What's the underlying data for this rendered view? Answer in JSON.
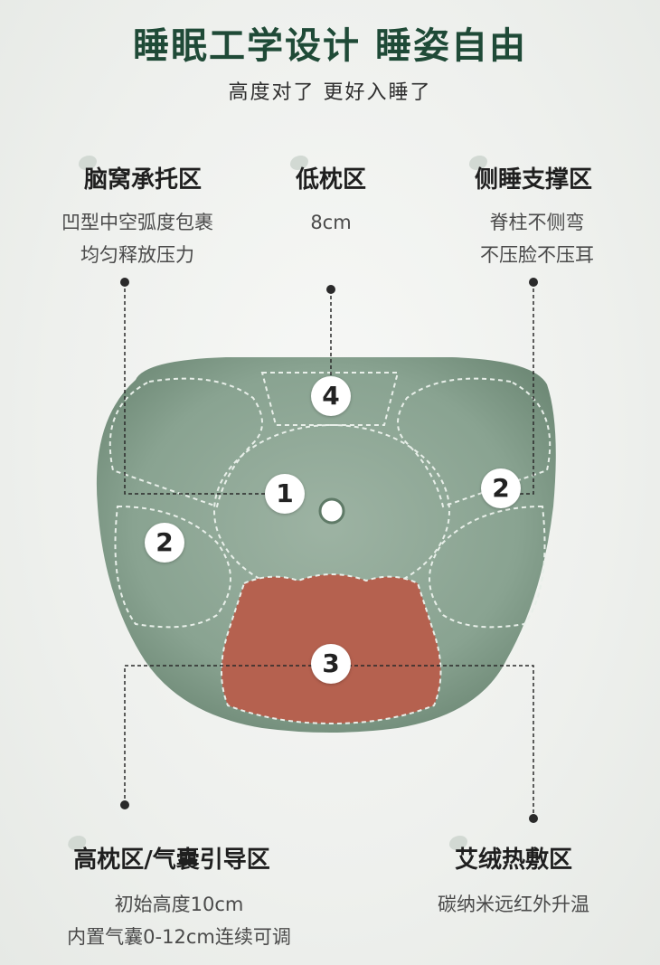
{
  "header": {
    "title": "睡眠工学设计 睡姿自由",
    "subtitle": "高度对了 更好入睡了"
  },
  "zones": {
    "brain_rest": {
      "title": "脑窝承托区",
      "desc1": "凹型中空弧度包裹",
      "desc2": "均匀释放压力"
    },
    "low_pillow": {
      "title": "低枕区",
      "desc1": "8cm"
    },
    "side_support": {
      "title": "侧睡支撑区",
      "desc1": "脊柱不侧弯",
      "desc2": "不压脸不压耳"
    },
    "high_pillow": {
      "title": "高枕区/气囊引导区",
      "desc1": "初始高度10cm",
      "desc2": "内置气囊0-12cm连续可调"
    },
    "heat": {
      "title": "艾绒热敷区",
      "desc1": "碳纳米远红外升温"
    }
  },
  "markers": {
    "m1": "1",
    "m2a": "2",
    "m2b": "2",
    "m3": "3",
    "m4": "4"
  },
  "colors": {
    "pillow": "#8fa896",
    "pillow_dark": "#6f8a77",
    "heat_zone": "#b5614f",
    "title": "#1f4a37"
  }
}
